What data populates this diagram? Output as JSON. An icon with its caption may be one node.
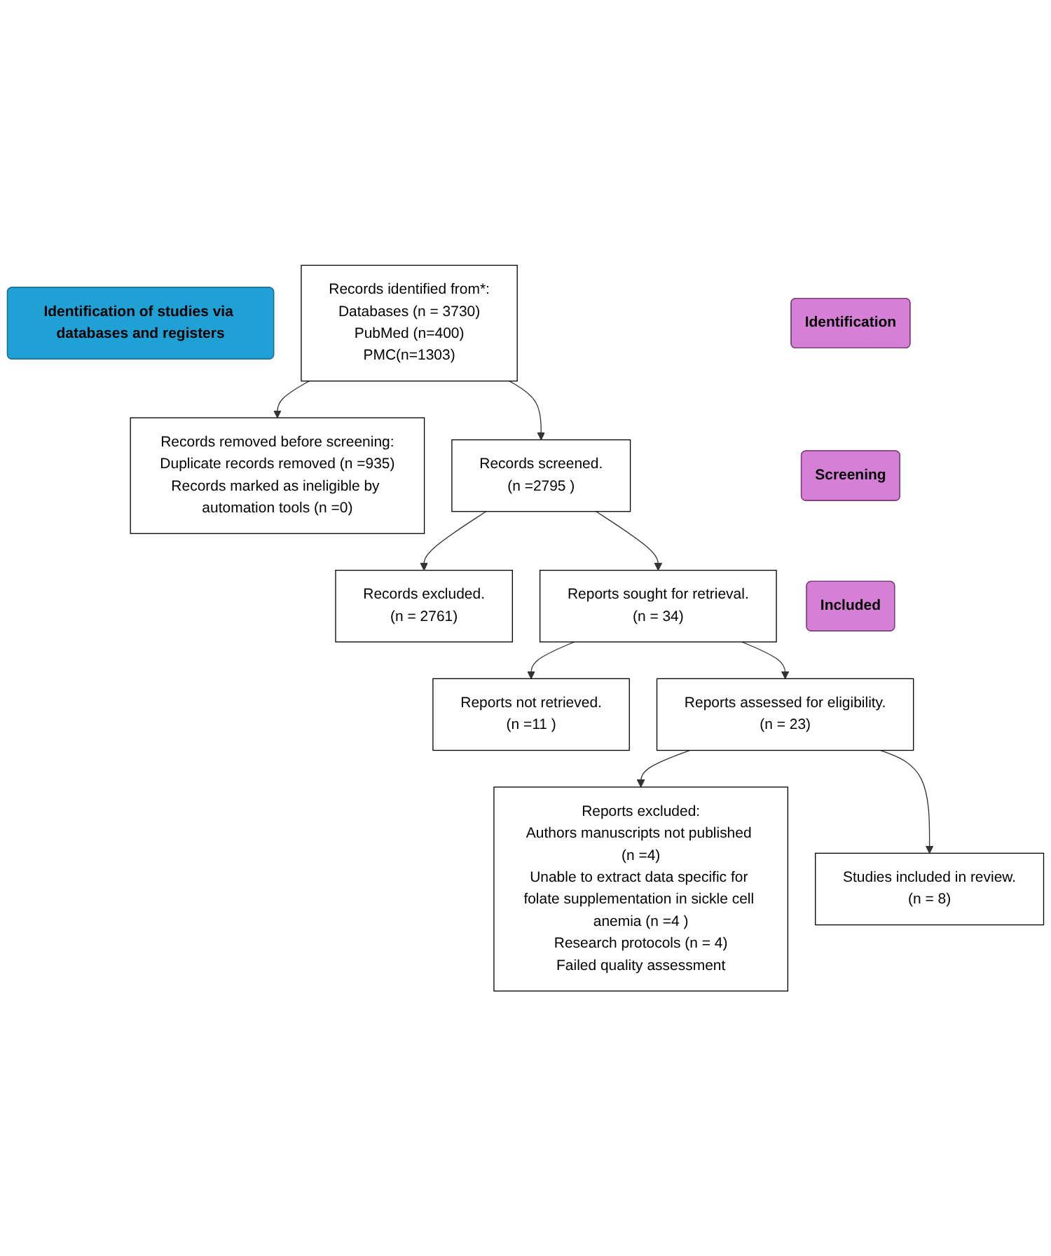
{
  "diagram": {
    "nodes": [
      {
        "text": [
          "Identification of studies via databases and registers"
        ]
      },
      {
        "text": [
          "Identification"
        ]
      },
      {
        "text": [
          "Records identified from*:",
          "Databases (n = 3730)",
          "PubMed (n=400)",
          "PMC(n=1303)"
        ]
      },
      {
        "text": [
          "Records removed before screening:",
          "Duplicate records removed (n =935)",
          "Records marked as ineligible by automation tools (n =0)"
        ]
      },
      {
        "text": [
          "Screening"
        ]
      },
      {
        "text": [
          "Records screened.",
          "(n =2795 )"
        ]
      },
      {
        "text": [
          "Records excluded.",
          "(n = 2761)"
        ]
      },
      {
        "text": [
          "Reports sought for retrieval.",
          "(n = 34)"
        ]
      },
      {
        "text": [
          "Reports not retrieved.",
          "(n =11 )"
        ]
      },
      {
        "text": [
          "Reports assessed for eligibility.",
          "(n = 23)"
        ]
      },
      {
        "text": [
          "Reports excluded:",
          "Authors manuscripts not published (n =4)",
          "Unable to extract data specific for folate supplementation in sickle cell anemia (n =4 )",
          "Research protocols (n = 4)",
          "Failed quality assessment"
        ]
      },
      {
        "text": [
          "Included"
        ]
      },
      {
        "text": [
          "Studies included in review.",
          "(n = 8)"
        ]
      }
    ],
    "edges": [
      {
        "from": 2,
        "to": 3,
        "arrow": "to"
      },
      {
        "from": 2,
        "to": 5,
        "arrow": "to"
      },
      {
        "from": 5,
        "to": 6,
        "arrow": "to"
      },
      {
        "from": 5,
        "to": 7,
        "arrow": "to"
      },
      {
        "from": 7,
        "to": 8,
        "arrow": "to"
      },
      {
        "from": 7,
        "to": 9,
        "arrow": "to"
      },
      {
        "from": 9,
        "to": 10,
        "arrow": "to"
      },
      {
        "from": 9,
        "to": 12,
        "arrow": "to"
      }
    ]
  }
}
